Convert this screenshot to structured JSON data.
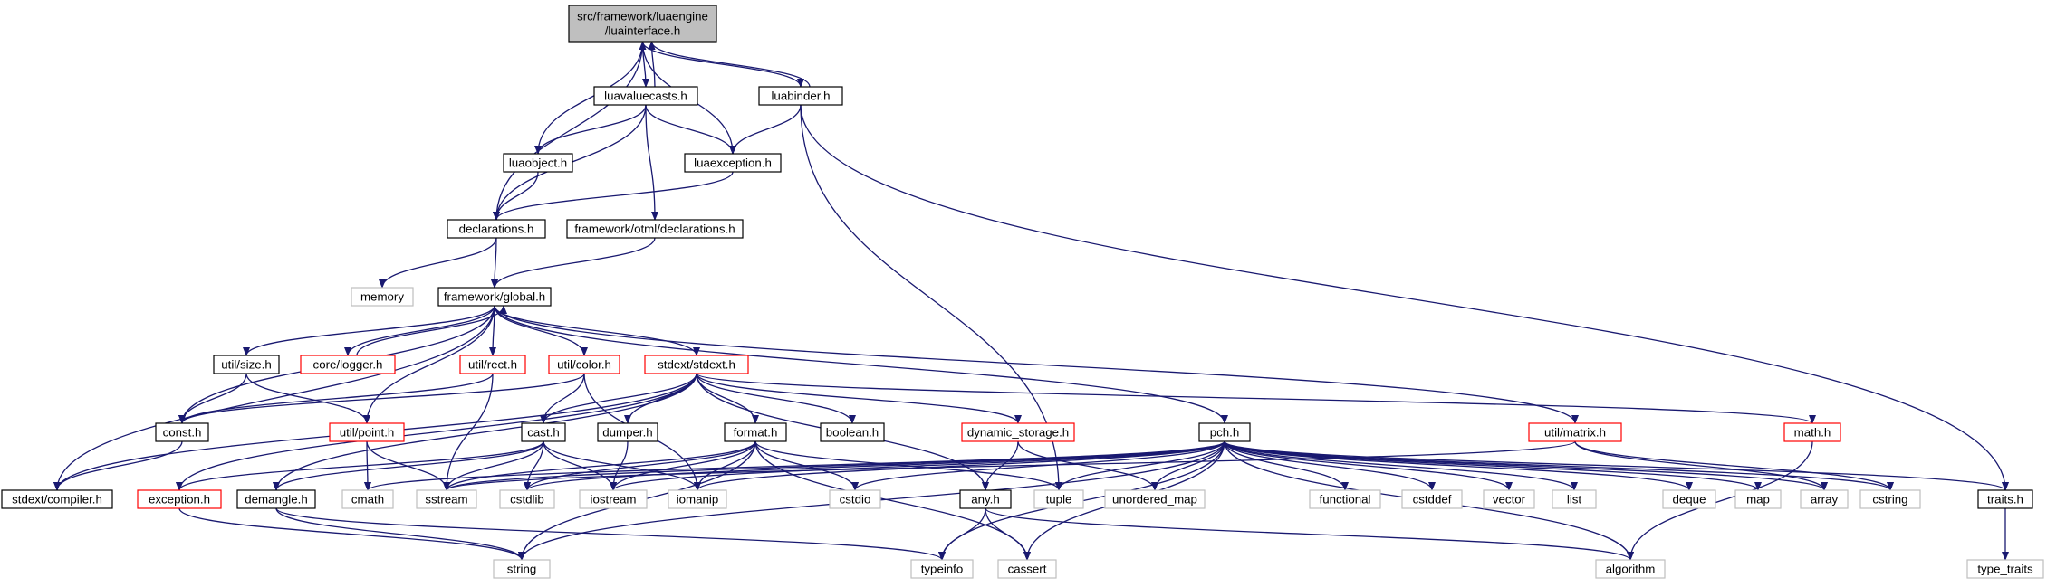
{
  "colors": {
    "edge": "#191970",
    "root_fill": "#bfbfbf",
    "normal_border": "#000000",
    "truncated_border": "#ff0000",
    "system_border": "#bfbfbf"
  },
  "nodes": {
    "root": {
      "lines": [
        "src/framework/luaengine",
        "/luainterface.h"
      ],
      "kind": "root"
    },
    "luavaluecasts": {
      "lines": [
        "luavaluecasts.h"
      ],
      "kind": "normal"
    },
    "luabinder": {
      "lines": [
        "luabinder.h"
      ],
      "kind": "normal"
    },
    "luaobject": {
      "lines": [
        "luaobject.h"
      ],
      "kind": "normal"
    },
    "luaexception": {
      "lines": [
        "luaexception.h"
      ],
      "kind": "normal"
    },
    "declarations": {
      "lines": [
        "declarations.h"
      ],
      "kind": "normal"
    },
    "otml_decl": {
      "lines": [
        "framework/otml/declarations.h"
      ],
      "kind": "normal"
    },
    "memory": {
      "lines": [
        "memory"
      ],
      "kind": "std"
    },
    "global": {
      "lines": [
        "framework/global.h"
      ],
      "kind": "normal"
    },
    "size": {
      "lines": [
        "util/size.h"
      ],
      "kind": "normal"
    },
    "logger": {
      "lines": [
        "core/logger.h"
      ],
      "kind": "trunc"
    },
    "rect": {
      "lines": [
        "util/rect.h"
      ],
      "kind": "trunc"
    },
    "color": {
      "lines": [
        "util/color.h"
      ],
      "kind": "trunc"
    },
    "stdext": {
      "lines": [
        "stdext/stdext.h"
      ],
      "kind": "trunc"
    },
    "const": {
      "lines": [
        "const.h"
      ],
      "kind": "normal"
    },
    "point": {
      "lines": [
        "util/point.h"
      ],
      "kind": "trunc"
    },
    "cast": {
      "lines": [
        "cast.h"
      ],
      "kind": "normal"
    },
    "dumper": {
      "lines": [
        "dumper.h"
      ],
      "kind": "normal"
    },
    "format": {
      "lines": [
        "format.h"
      ],
      "kind": "normal"
    },
    "boolean": {
      "lines": [
        "boolean.h"
      ],
      "kind": "normal"
    },
    "dynstorage": {
      "lines": [
        "dynamic_storage.h"
      ],
      "kind": "trunc"
    },
    "pch": {
      "lines": [
        "pch.h"
      ],
      "kind": "normal"
    },
    "matrix": {
      "lines": [
        "util/matrix.h"
      ],
      "kind": "trunc"
    },
    "math": {
      "lines": [
        "math.h"
      ],
      "kind": "trunc"
    },
    "compiler": {
      "lines": [
        "stdext/compiler.h"
      ],
      "kind": "normal"
    },
    "exception": {
      "lines": [
        "exception.h"
      ],
      "kind": "trunc"
    },
    "demangle": {
      "lines": [
        "demangle.h"
      ],
      "kind": "normal"
    },
    "cmath": {
      "lines": [
        "cmath"
      ],
      "kind": "std"
    },
    "sstream": {
      "lines": [
        "sstream"
      ],
      "kind": "std"
    },
    "cstdlib": {
      "lines": [
        "cstdlib"
      ],
      "kind": "std"
    },
    "iostream": {
      "lines": [
        "iostream"
      ],
      "kind": "std"
    },
    "iomanip": {
      "lines": [
        "iomanip"
      ],
      "kind": "std"
    },
    "cstdio": {
      "lines": [
        "cstdio"
      ],
      "kind": "std"
    },
    "any": {
      "lines": [
        "any.h"
      ],
      "kind": "normal"
    },
    "tuple": {
      "lines": [
        "tuple"
      ],
      "kind": "std"
    },
    "unordered_map": {
      "lines": [
        "unordered_map"
      ],
      "kind": "std"
    },
    "functional": {
      "lines": [
        "functional"
      ],
      "kind": "std"
    },
    "cstddef": {
      "lines": [
        "cstddef"
      ],
      "kind": "std"
    },
    "vector": {
      "lines": [
        "vector"
      ],
      "kind": "std"
    },
    "list": {
      "lines": [
        "list"
      ],
      "kind": "std"
    },
    "deque": {
      "lines": [
        "deque"
      ],
      "kind": "std"
    },
    "map": {
      "lines": [
        "map"
      ],
      "kind": "std"
    },
    "array": {
      "lines": [
        "array"
      ],
      "kind": "std"
    },
    "cstring": {
      "lines": [
        "cstring"
      ],
      "kind": "std"
    },
    "traits": {
      "lines": [
        "traits.h"
      ],
      "kind": "normal"
    },
    "string": {
      "lines": [
        "string"
      ],
      "kind": "std"
    },
    "typeinfo": {
      "lines": [
        "typeinfo"
      ],
      "kind": "std"
    },
    "cassert": {
      "lines": [
        "cassert"
      ],
      "kind": "std"
    },
    "algorithm": {
      "lines": [
        "algorithm"
      ],
      "kind": "std"
    },
    "type_traits": {
      "lines": [
        "type_traits"
      ],
      "kind": "std"
    }
  },
  "edges": [
    [
      "root",
      "luavaluecasts"
    ],
    [
      "luavaluecasts",
      "root"
    ],
    [
      "root",
      "luabinder"
    ],
    [
      "luabinder",
      "root"
    ],
    [
      "root",
      "declarations"
    ],
    [
      "root",
      "luaexception"
    ],
    [
      "luaobject",
      "root"
    ],
    [
      "luavaluecasts",
      "luaobject"
    ],
    [
      "luavaluecasts",
      "luaexception"
    ],
    [
      "luavaluecasts",
      "declarations"
    ],
    [
      "luavaluecasts",
      "otml_decl"
    ],
    [
      "luabinder",
      "luaexception"
    ],
    [
      "luabinder",
      "tuple"
    ],
    [
      "luabinder",
      "traits"
    ],
    [
      "luaobject",
      "declarations"
    ],
    [
      "luaexception",
      "declarations"
    ],
    [
      "declarations",
      "memory"
    ],
    [
      "declarations",
      "global"
    ],
    [
      "otml_decl",
      "global"
    ],
    [
      "global",
      "size"
    ],
    [
      "global",
      "logger"
    ],
    [
      "logger",
      "global"
    ],
    [
      "global",
      "rect"
    ],
    [
      "global",
      "color"
    ],
    [
      "global",
      "stdext"
    ],
    [
      "global",
      "const"
    ],
    [
      "global",
      "point"
    ],
    [
      "global",
      "compiler"
    ],
    [
      "global",
      "pch"
    ],
    [
      "global",
      "matrix"
    ],
    [
      "size",
      "const"
    ],
    [
      "size",
      "point"
    ],
    [
      "rect",
      "const"
    ],
    [
      "rect",
      "sstream"
    ],
    [
      "color",
      "const"
    ],
    [
      "color",
      "cast"
    ],
    [
      "color",
      "iomanip"
    ],
    [
      "stdext",
      "compiler"
    ],
    [
      "stdext",
      "exception"
    ],
    [
      "stdext",
      "demangle"
    ],
    [
      "stdext",
      "cast"
    ],
    [
      "stdext",
      "dumper"
    ],
    [
      "stdext",
      "format"
    ],
    [
      "stdext",
      "boolean"
    ],
    [
      "stdext",
      "dynstorage"
    ],
    [
      "stdext",
      "any"
    ],
    [
      "stdext",
      "math"
    ],
    [
      "const",
      "compiler"
    ],
    [
      "point",
      "cmath"
    ],
    [
      "point",
      "sstream"
    ],
    [
      "cast",
      "exception"
    ],
    [
      "cast",
      "demangle"
    ],
    [
      "cast",
      "sstream"
    ],
    [
      "cast",
      "cstdlib"
    ],
    [
      "cast",
      "iostream"
    ],
    [
      "cast",
      "iomanip"
    ],
    [
      "dumper",
      "iostream"
    ],
    [
      "format",
      "sstream"
    ],
    [
      "format",
      "cstdlib"
    ],
    [
      "format",
      "iostream"
    ],
    [
      "format",
      "iomanip"
    ],
    [
      "format",
      "cstdio"
    ],
    [
      "format",
      "tuple"
    ],
    [
      "format",
      "string"
    ],
    [
      "format",
      "cassert"
    ],
    [
      "dynstorage",
      "unordered_map"
    ],
    [
      "dynstorage",
      "any"
    ],
    [
      "pch",
      "cmath"
    ],
    [
      "pch",
      "sstream"
    ],
    [
      "pch",
      "cstdlib"
    ],
    [
      "pch",
      "iostream"
    ],
    [
      "pch",
      "iomanip"
    ],
    [
      "pch",
      "cstdio"
    ],
    [
      "pch",
      "tuple"
    ],
    [
      "pch",
      "unordered_map"
    ],
    [
      "pch",
      "functional"
    ],
    [
      "pch",
      "cstddef"
    ],
    [
      "pch",
      "vector"
    ],
    [
      "pch",
      "list"
    ],
    [
      "pch",
      "deque"
    ],
    [
      "pch",
      "map"
    ],
    [
      "pch",
      "array"
    ],
    [
      "pch",
      "cstring"
    ],
    [
      "pch",
      "algorithm"
    ],
    [
      "pch",
      "string"
    ],
    [
      "pch",
      "typeinfo"
    ],
    [
      "pch",
      "cassert"
    ],
    [
      "pch",
      "traits"
    ],
    [
      "matrix",
      "sstream"
    ],
    [
      "matrix",
      "array"
    ],
    [
      "matrix",
      "cstring"
    ],
    [
      "math",
      "algorithm"
    ],
    [
      "exception",
      "string"
    ],
    [
      "demangle",
      "string"
    ],
    [
      "demangle",
      "typeinfo"
    ],
    [
      "any",
      "typeinfo"
    ],
    [
      "any",
      "cassert"
    ],
    [
      "any",
      "algorithm"
    ],
    [
      "traits",
      "type_traits"
    ]
  ]
}
